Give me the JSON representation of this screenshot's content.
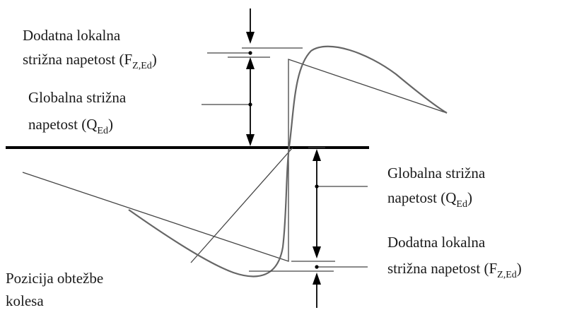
{
  "labels": {
    "top_local_line1": "Dodatna lokalna",
    "top_local_line2_main": "strižna napetost (F",
    "top_local_line2_sub": "Z,Ed",
    "top_local_line2_close": ")",
    "top_global_line1": "Globalna strižna",
    "top_global_line2_main": "napetost (Q",
    "top_global_line2_sub": "Ed",
    "top_global_line2_close": ")",
    "right_global_line1": "Globalna strižna",
    "right_global_line2_main": "napetost (Q",
    "right_global_line2_sub": "Ed",
    "right_global_line2_close": ")",
    "right_local_line1": "Dodatna lokalna",
    "right_local_line2_main": "strižna napetost (F",
    "right_local_line2_sub": "Z,Ed",
    "right_local_line2_close": ")",
    "wheel_load_line1": "Pozicija obtežbe",
    "wheel_load_line2": "kolesa"
  }
}
